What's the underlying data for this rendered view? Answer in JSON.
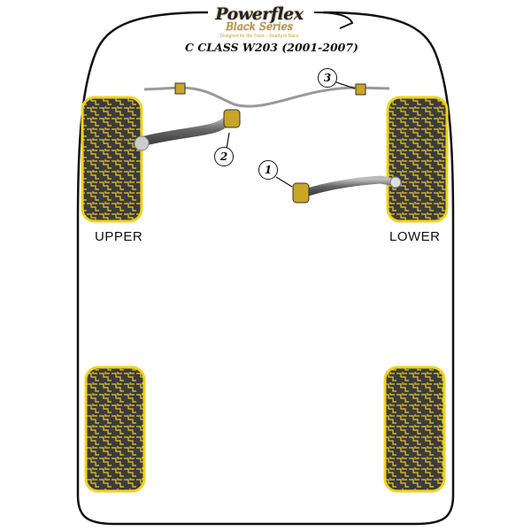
{
  "logo": {
    "brand": "Powerflex",
    "series": "Black Series",
    "tagline": "Designed for the Track – Ready to Race"
  },
  "title": "C CLASS W203 (2001-2007)",
  "labels": {
    "upper": "UPPER",
    "lower": "LOWER"
  },
  "callouts": [
    "1",
    "2",
    "3"
  ],
  "colors": {
    "accent": "#f2d31b",
    "tyre": "#3a3a3a",
    "outline": "#111111"
  }
}
